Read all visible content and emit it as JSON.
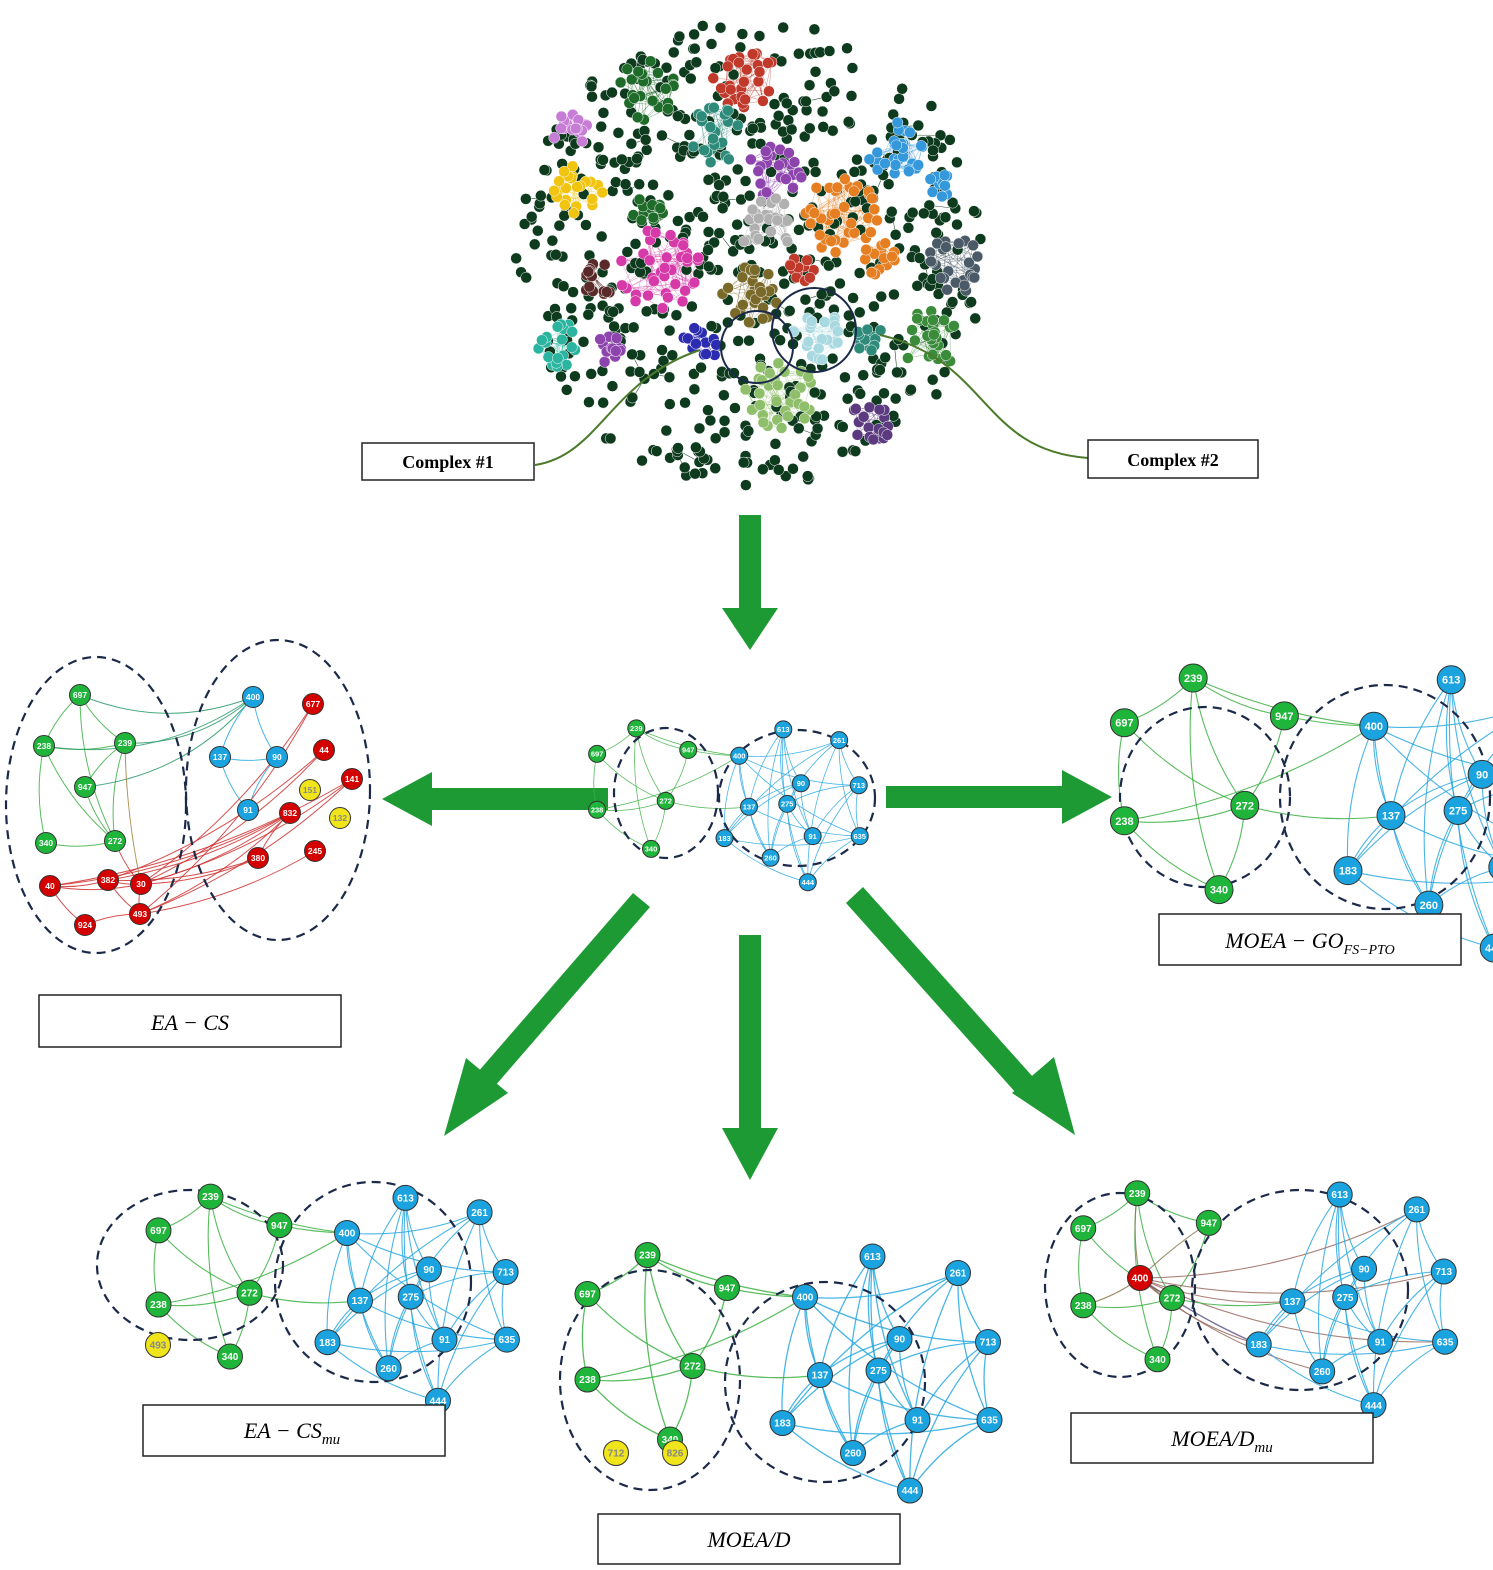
{
  "top_network": {
    "complex1_label": "Complex #1",
    "complex2_label": "Complex #2",
    "cluster_colors": [
      "#1f6b2a",
      "#c0392b",
      "#2e8b7a",
      "#8e44ad",
      "#e67e22",
      "#3498db",
      "#d63aa8",
      "#7a6a2a",
      "#b0b0b0",
      "#f1c40f",
      "#c77dd6",
      "#5a2a2a",
      "#4a5a66",
      "#3a8c3a",
      "#5b3a80",
      "#8fbf6a",
      "#2c2cb0",
      "#a8d8e0",
      "#2bb5a0"
    ]
  },
  "colors": {
    "green_node": "#1fb43a",
    "blue_node": "#1aa3de",
    "red_node": "#d40000",
    "yellow_node": "#f0e41a",
    "green_edge": "#3cb043",
    "blue_edge": "#29a8e0",
    "red_edge": "#d03030",
    "arrow": "#1e9a35",
    "dash": "#1c2a4a",
    "dark_node": "#0e3a1e"
  },
  "panels": {
    "center": {
      "nodes": [
        {
          "id": "697",
          "c": "g"
        },
        {
          "id": "239",
          "c": "g"
        },
        {
          "id": "947",
          "c": "g"
        },
        {
          "id": "238",
          "c": "g"
        },
        {
          "id": "272",
          "c": "g"
        },
        {
          "id": "340",
          "c": "g"
        },
        {
          "id": "400",
          "c": "b"
        },
        {
          "id": "613",
          "c": "b"
        },
        {
          "id": "261",
          "c": "b"
        },
        {
          "id": "90",
          "c": "b"
        },
        {
          "id": "713",
          "c": "b"
        },
        {
          "id": "137",
          "c": "b"
        },
        {
          "id": "275",
          "c": "b"
        },
        {
          "id": "183",
          "c": "b"
        },
        {
          "id": "91",
          "c": "b"
        },
        {
          "id": "635",
          "c": "b"
        },
        {
          "id": "260",
          "c": "b"
        },
        {
          "id": "444",
          "c": "b"
        }
      ]
    },
    "ea_cs": {
      "label": "EA − CS",
      "nodes": [
        {
          "id": "697",
          "c": "g"
        },
        {
          "id": "239",
          "c": "g"
        },
        {
          "id": "238",
          "c": "g"
        },
        {
          "id": "947",
          "c": "g"
        },
        {
          "id": "272",
          "c": "g"
        },
        {
          "id": "340",
          "c": "g"
        },
        {
          "id": "400",
          "c": "b"
        },
        {
          "id": "137",
          "c": "b"
        },
        {
          "id": "90",
          "c": "b"
        },
        {
          "id": "91",
          "c": "b"
        },
        {
          "id": "677",
          "c": "r"
        },
        {
          "id": "44",
          "c": "r"
        },
        {
          "id": "141",
          "c": "r"
        },
        {
          "id": "832",
          "c": "r"
        },
        {
          "id": "380",
          "c": "r"
        },
        {
          "id": "245",
          "c": "r"
        },
        {
          "id": "40",
          "c": "r"
        },
        {
          "id": "382",
          "c": "r"
        },
        {
          "id": "30",
          "c": "r"
        },
        {
          "id": "493",
          "c": "r"
        },
        {
          "id": "924",
          "c": "r"
        },
        {
          "id": "151",
          "c": "y"
        },
        {
          "id": "132",
          "c": "y"
        }
      ]
    },
    "moea_go": {
      "label_main": "MOEA − GO",
      "label_sub": "FS−PTO"
    },
    "ea_cs_mu": {
      "label_main": "EA − CS",
      "label_sub": "mu",
      "nodes": [
        {
          "id": "493",
          "c": "y"
        }
      ]
    },
    "moea_d": {
      "label": "MOEA/D",
      "nodes": [
        {
          "id": "712",
          "c": "y"
        },
        {
          "id": "826",
          "c": "y"
        }
      ]
    },
    "moea_d_mu": {
      "label_main": "MOEA/D",
      "label_sub": "mu",
      "nodes": [
        {
          "id": "400",
          "c": "r"
        }
      ]
    }
  }
}
